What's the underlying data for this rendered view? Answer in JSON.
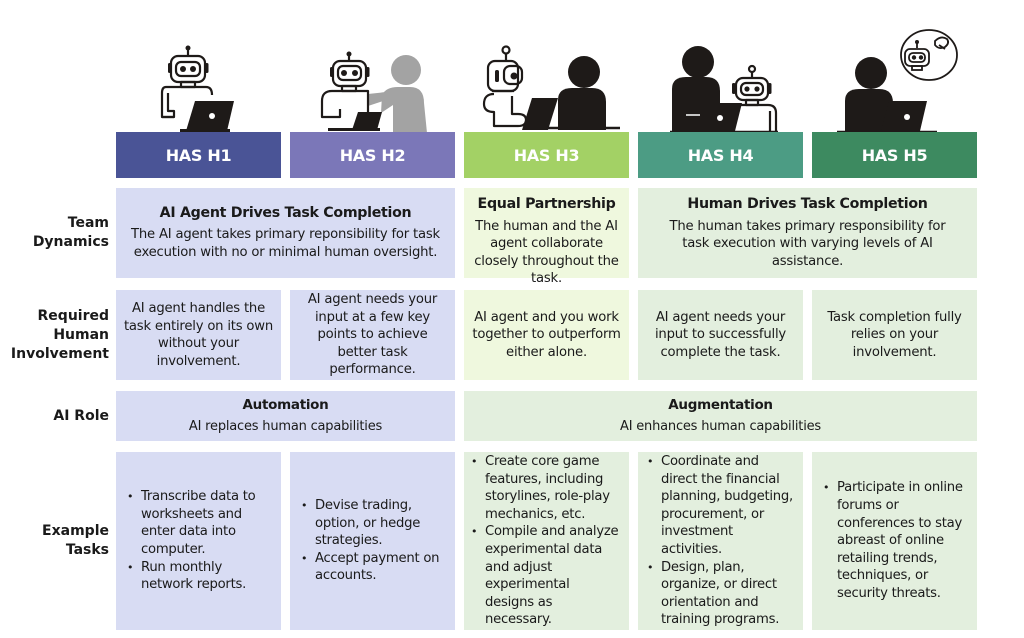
{
  "columns": [
    {
      "id": "H1",
      "label": "HAS H1",
      "color": "#4a5496",
      "icon": "robot-alone-laptop-icon"
    },
    {
      "id": "H2",
      "label": "HAS H2",
      "color": "#7b77b8",
      "icon": "robot-with-human-icon"
    },
    {
      "id": "H3",
      "label": "HAS H3",
      "color": "#a3d165",
      "icon": "robot-and-human-partners-icon"
    },
    {
      "id": "H4",
      "label": "HAS H4",
      "color": "#4c9c84",
      "icon": "human-with-robot-helper-icon"
    },
    {
      "id": "H5",
      "label": "HAS H5",
      "color": "#3d8a60",
      "icon": "human-thinking-of-robot-icon"
    }
  ],
  "rows": {
    "team_dynamics": {
      "label": "Team Dynamics",
      "label_lines": [
        "Team",
        "Dynamics"
      ],
      "cells": [
        {
          "span": "H1-H2",
          "title": "AI Agent Drives Task Completion",
          "text": "The AI agent takes primary reponsibility for task execution with no or minimal human oversight."
        },
        {
          "span": "H3",
          "title": "Equal Partnership",
          "text": "The human and the AI agent collaborate closely throughout the task."
        },
        {
          "span": "H4-H5",
          "title": "Human Drives Task Completion",
          "text": "The human takes primary responsibility for task execution with varying levels of AI assistance."
        }
      ]
    },
    "human_involvement": {
      "label": "Required Human Involvement",
      "label_lines": [
        "Required",
        "Human",
        "Involvement"
      ],
      "cells": [
        {
          "span": "H1",
          "text": "AI agent handles the task entirely on its own without your involvement."
        },
        {
          "span": "H2",
          "text": "AI agent needs your input at a few key points to achieve better task performance."
        },
        {
          "span": "H3",
          "text": "AI agent and you work together to outperform either alone."
        },
        {
          "span": "H4",
          "text": "AI agent needs your input to successfully complete the task."
        },
        {
          "span": "H5",
          "text": "Task completion fully relies on your involvement."
        }
      ]
    },
    "ai_role": {
      "label": "AI Role",
      "label_lines": [
        "AI Role"
      ],
      "cells": [
        {
          "span": "H1-H2",
          "title": "Automation",
          "text": "AI replaces human capabilities"
        },
        {
          "span": "H3-H5",
          "title": "Augmentation",
          "text": "AI enhances human capabilities"
        }
      ]
    },
    "example_tasks": {
      "label": "Example Tasks",
      "label_lines": [
        "Example",
        "Tasks"
      ],
      "cells": [
        {
          "span": "H1",
          "items": [
            "Transcribe data to worksheets and enter data into computer.",
            "Run monthly network reports."
          ]
        },
        {
          "span": "H2",
          "items": [
            "Devise trading, option, or hedge strategies.",
            "Accept payment on accounts."
          ]
        },
        {
          "span": "H3",
          "items": [
            "Create core game features, including storylines, role-play mechanics, etc.",
            "Compile and analyze experimental data and adjust experimental designs as necessary."
          ]
        },
        {
          "span": "H4",
          "items": [
            "Coordinate and direct the financial planning, budgeting, procurement, or investment activities.",
            "Design, plan, organize, or direct orientation and training programs."
          ]
        },
        {
          "span": "H5",
          "items": [
            "Participate in online forums or conferences to stay abreast of online retailing trends, techniques, or security threats."
          ]
        }
      ]
    }
  },
  "colors": {
    "automation_cell_bg": "#d8dcf3",
    "equal_partnership_bg": "#eff8de",
    "human_drives_bg": "#e3efde",
    "icon_dark": "#1e1a18",
    "icon_gray": "#a3a3a3"
  }
}
